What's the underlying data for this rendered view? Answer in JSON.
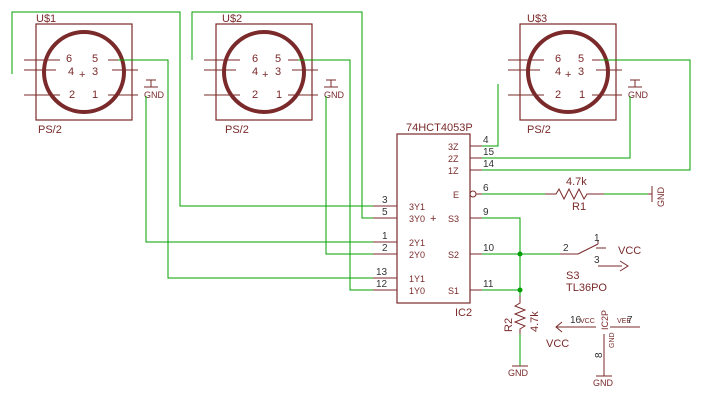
{
  "connectors": [
    {
      "ref": "U$1",
      "package": "PS/2",
      "pins": [
        "6",
        "5",
        "4",
        "3",
        "2",
        "1"
      ],
      "gnd": "GND"
    },
    {
      "ref": "U$2",
      "package": "PS/2",
      "pins": [
        "6",
        "5",
        "4",
        "3",
        "2",
        "1"
      ],
      "gnd": "GND"
    },
    {
      "ref": "U$3",
      "package": "PS/2",
      "pins": [
        "6",
        "5",
        "4",
        "3",
        "2",
        "1"
      ],
      "gnd": "GND"
    }
  ],
  "ic": {
    "part": "74HCT4053P",
    "ref": "IC2",
    "left_pins": [
      {
        "num": "3",
        "name": "3Y1"
      },
      {
        "num": "5",
        "name": "3Y0"
      },
      {
        "num": "1",
        "name": "2Y1"
      },
      {
        "num": "2",
        "name": "2Y0"
      },
      {
        "num": "13",
        "name": "1Y1"
      },
      {
        "num": "12",
        "name": "1Y0"
      }
    ],
    "right_pins": [
      {
        "num": "4",
        "name": "3Z"
      },
      {
        "num": "15",
        "name": "2Z"
      },
      {
        "num": "14",
        "name": "1Z"
      },
      {
        "num": "6",
        "name": "E"
      },
      {
        "num": "9",
        "name": "S3"
      },
      {
        "num": "10",
        "name": "S2"
      },
      {
        "num": "11",
        "name": "S1"
      }
    ],
    "power": {
      "vcc_pin": "16",
      "vcc": "VCC",
      "vee": "VEE",
      "vee_pin": "7",
      "gnd": "GND",
      "gnd_pin": "8",
      "ic_label": "IC2P"
    }
  },
  "r1": {
    "ref": "R1",
    "value": "4.7k",
    "gnd": "GND"
  },
  "r2": {
    "ref": "R2",
    "value": "4.7k",
    "gnd": "GND"
  },
  "switch": {
    "ref": "S3",
    "part": "TL36PO",
    "pins": [
      "2",
      "1",
      "3"
    ],
    "vcc": "VCC"
  },
  "power_vcc": "VCC",
  "colors": {
    "net": "#00a000",
    "symbol": "#7a2a2a"
  }
}
